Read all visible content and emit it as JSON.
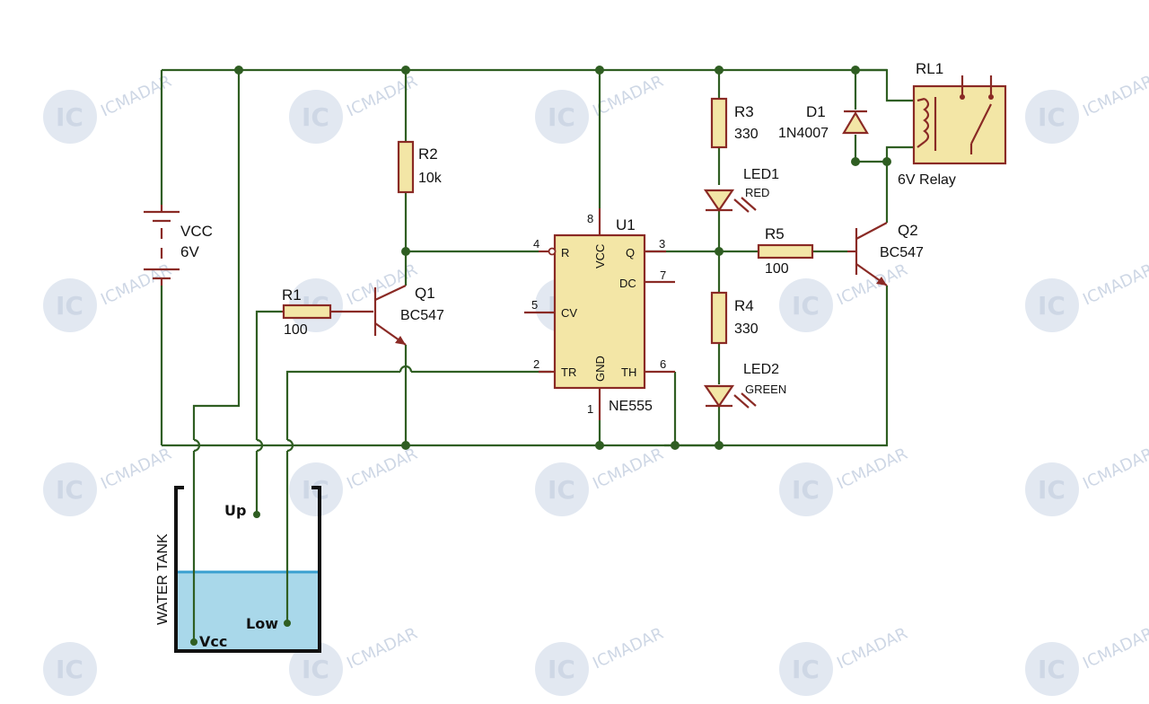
{
  "battery": {
    "name": "VCC",
    "value": "6V"
  },
  "components": {
    "r1": {
      "name": "R1",
      "value": "100"
    },
    "r2": {
      "name": "R2",
      "value": "10k"
    },
    "r3": {
      "name": "R3",
      "value": "330"
    },
    "r4": {
      "name": "R4",
      "value": "330"
    },
    "r5": {
      "name": "R5",
      "value": "100"
    },
    "q1": {
      "name": "Q1",
      "value": "BC547"
    },
    "q2": {
      "name": "Q2",
      "value": "BC547"
    },
    "d1": {
      "name": "D1",
      "value": "1N4007"
    },
    "led1": {
      "name": "LED1",
      "color_text": "RED"
    },
    "led2": {
      "name": "LED2",
      "color_text": "GREEN"
    },
    "rl1": {
      "name": "RL1",
      "value": "6V Relay"
    }
  },
  "ic": {
    "name": "U1",
    "part": "NE555",
    "pins": [
      {
        "num": "4",
        "label": "R"
      },
      {
        "num": "3",
        "label": "Q"
      },
      {
        "num": "7",
        "label": "DC"
      },
      {
        "num": "5",
        "label": "CV"
      },
      {
        "num": "2",
        "label": "TR"
      },
      {
        "num": "6",
        "label": "TH"
      },
      {
        "num": "8",
        "label": "VCC"
      },
      {
        "num": "1",
        "label": "GND"
      }
    ]
  },
  "tank": {
    "label": "WATER TANK"
  },
  "probes": {
    "up": "Up",
    "low": "Low",
    "vcc": "Vcc"
  },
  "watermark": {
    "text": "ICMADAR",
    "logo": "IC"
  },
  "colors": {
    "wire": "#2f5e22",
    "component": "#8a2a25",
    "component_fill": "#f3e6a6",
    "water": "#a9d8ea"
  }
}
